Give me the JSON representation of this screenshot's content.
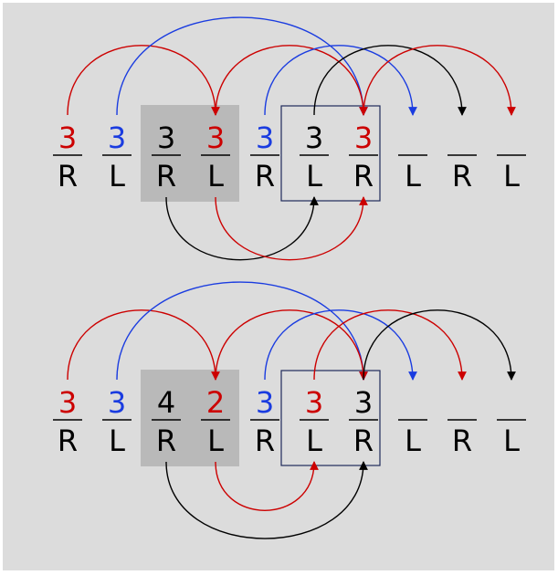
{
  "colors": {
    "red": "#cc0000",
    "blue": "#1a3ce0",
    "black": "#000000",
    "highlight": "#b9b9b9",
    "box": "#1e2a5a",
    "background": "#dcdcdc"
  },
  "diagrams": [
    {
      "columns": [
        {
          "top": "3",
          "top_color": "red",
          "bottom": "R"
        },
        {
          "top": "3",
          "top_color": "blue",
          "bottom": "L"
        },
        {
          "top": "3",
          "top_color": "black",
          "bottom": "R"
        },
        {
          "top": "3",
          "top_color": "red",
          "bottom": "L"
        },
        {
          "top": "3",
          "top_color": "blue",
          "bottom": "R"
        },
        {
          "top": "3",
          "top_color": "black",
          "bottom": "L"
        },
        {
          "top": "3",
          "top_color": "red",
          "bottom": "R"
        },
        {
          "top": "",
          "top_color": "black",
          "bottom": "L"
        },
        {
          "top": "",
          "top_color": "black",
          "bottom": "R"
        },
        {
          "top": "",
          "top_color": "black",
          "bottom": "L"
        }
      ],
      "shaded_columns": [
        2,
        3
      ],
      "boxed_columns": [
        5,
        6
      ],
      "arrows_above": [
        {
          "from": 0,
          "to": 3,
          "color": "red"
        },
        {
          "from": 1,
          "to": 6,
          "color": "blue"
        },
        {
          "from": 3,
          "to": 6,
          "color": "red"
        },
        {
          "from": 4,
          "to": 7,
          "color": "blue"
        },
        {
          "from": 5,
          "to": 8,
          "color": "black"
        },
        {
          "from": 6,
          "to": 9,
          "color": "red"
        }
      ],
      "arrows_below": [
        {
          "from": 2,
          "to": 5,
          "color": "black"
        },
        {
          "from": 3,
          "to": 6,
          "color": "red"
        }
      ]
    },
    {
      "columns": [
        {
          "top": "3",
          "top_color": "red",
          "bottom": "R"
        },
        {
          "top": "3",
          "top_color": "blue",
          "bottom": "L"
        },
        {
          "top": "4",
          "top_color": "black",
          "bottom": "R"
        },
        {
          "top": "2",
          "top_color": "red",
          "bottom": "L"
        },
        {
          "top": "3",
          "top_color": "blue",
          "bottom": "R"
        },
        {
          "top": "3",
          "top_color": "red",
          "bottom": "L"
        },
        {
          "top": "3",
          "top_color": "black",
          "bottom": "R"
        },
        {
          "top": "",
          "top_color": "black",
          "bottom": "L"
        },
        {
          "top": "",
          "top_color": "black",
          "bottom": "R"
        },
        {
          "top": "",
          "top_color": "black",
          "bottom": "L"
        }
      ],
      "shaded_columns": [
        2,
        3
      ],
      "boxed_columns": [
        5,
        6
      ],
      "arrows_above": [
        {
          "from": 0,
          "to": 3,
          "color": "red"
        },
        {
          "from": 1,
          "to": 6,
          "color": "blue"
        },
        {
          "from": 3,
          "to": 6,
          "color": "red"
        },
        {
          "from": 4,
          "to": 7,
          "color": "blue"
        },
        {
          "from": 5,
          "to": 8,
          "color": "red"
        },
        {
          "from": 6,
          "to": 9,
          "color": "black"
        }
      ],
      "arrows_below": [
        {
          "from": 2,
          "to": 6,
          "color": "black"
        },
        {
          "from": 3,
          "to": 5,
          "color": "red"
        }
      ]
    }
  ]
}
